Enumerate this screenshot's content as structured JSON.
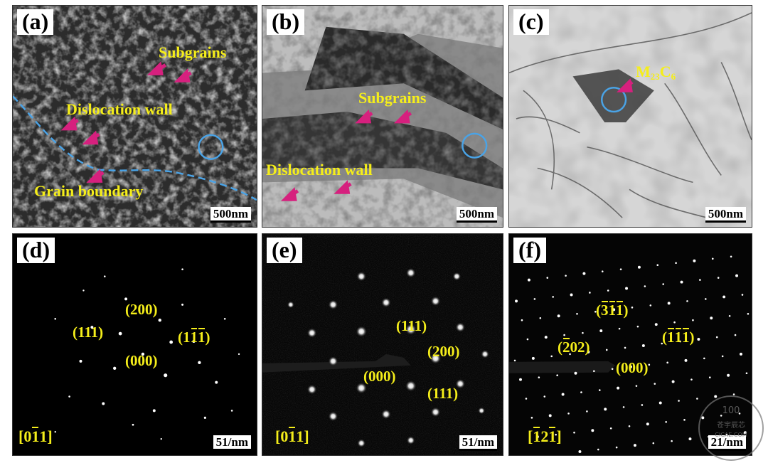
{
  "panels": [
    {
      "label": "(a)",
      "scale": "500nm"
    },
    {
      "label": "(b)",
      "scale": "500nm"
    },
    {
      "label": "(c)",
      "scale": "500nm"
    },
    {
      "label": "(d)",
      "scale": "51/nm"
    },
    {
      "label": "(e)",
      "scale": "51/nm"
    },
    {
      "label": "(f)",
      "scale": "21/nm"
    }
  ],
  "annotations": {
    "a_subgrains": "Subgrains",
    "a_dislocation_wall": "Dislocation wall",
    "a_grain_boundary": "Grain boundary",
    "b_subgrains": "Subgrains",
    "b_dislocation_wall": "Dislocation wall",
    "c_m": "M",
    "c_sub1": "23",
    "c_c": "C",
    "c_sub2": "6"
  },
  "diffraction": {
    "d": {
      "i200": "(200)",
      "i111": "(111)",
      "i1b1b1b_pre": "(1",
      "i1b1b1b_b1": "1",
      "i1b1b1b_b2": "1",
      "i1b1b1b_post": ")",
      "i000": "(000)",
      "zone_pre": "[0",
      "zone_b": "1",
      "zone_post": "1]"
    },
    "e": {
      "i111a": "(111)",
      "i200": "(200)",
      "i000": "(000)",
      "i111b": "(111)",
      "zone_pre": "[0",
      "zone_b": "1",
      "zone_post": "1]"
    },
    "f": {
      "i311_pre": "(",
      "i311_b1": "3",
      "i311_b2": "1",
      "i311_b3": "1",
      "i311_post": ")",
      "i202_pre": "(",
      "i202_b": "2",
      "i202_post": "02)",
      "i111_pre": "(",
      "i111_b1": "1",
      "i111_b2": "1",
      "i111_b3": "1",
      "i111_post": ")",
      "i000": "(000)",
      "zone_pre": "[",
      "zone_b1": "1",
      "zone_mid": "2",
      "zone_b2": "1",
      "zone_post": "]"
    }
  },
  "watermark": {
    "line1": "100",
    "line2": "苍宇辰芯",
    "line3": "CICAE.COM"
  },
  "colors": {
    "annotation": "#f5ee1a",
    "arrow": "#d6207e",
    "circle": "#4aa3e6",
    "boundary": "#4aa3e6"
  }
}
